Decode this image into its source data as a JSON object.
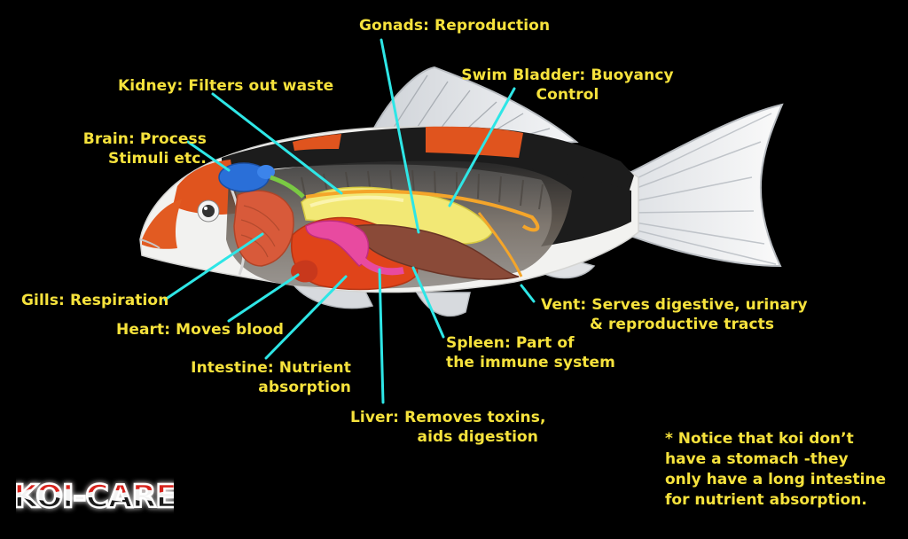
{
  "labels": {
    "gonads": "Gonads: Reproduction",
    "swim_bladder_1": "Swim Bladder: Buoyancy",
    "swim_bladder_2": "Control",
    "kidney": "Kidney: Filters out waste",
    "brain_1": "Brain: Process",
    "brain_2": "Stimuli etc.",
    "gills": "Gills: Respiration",
    "heart": "Heart: Moves blood",
    "intestine_1": "Intestine: Nutrient",
    "intestine_2": "absorption",
    "liver_1": "Liver: Removes toxins,",
    "liver_2": "aids digestion",
    "spleen_1": "Spleen: Part of",
    "spleen_2": "the immune system",
    "vent_1": "Vent: Serves digestive, urinary",
    "vent_2": "& reproductive tracts"
  },
  "note": {
    "line1": "* Notice that koi don’t",
    "line2": "have a stomach -they",
    "line3": "only have a long intestine",
    "line4": "for nutrient absorption."
  },
  "logo": {
    "text": "KOI-CARE"
  },
  "colors": {
    "label_text": "#f6e23c",
    "pointer_line": "#2ee6e6",
    "background": "#000000"
  }
}
